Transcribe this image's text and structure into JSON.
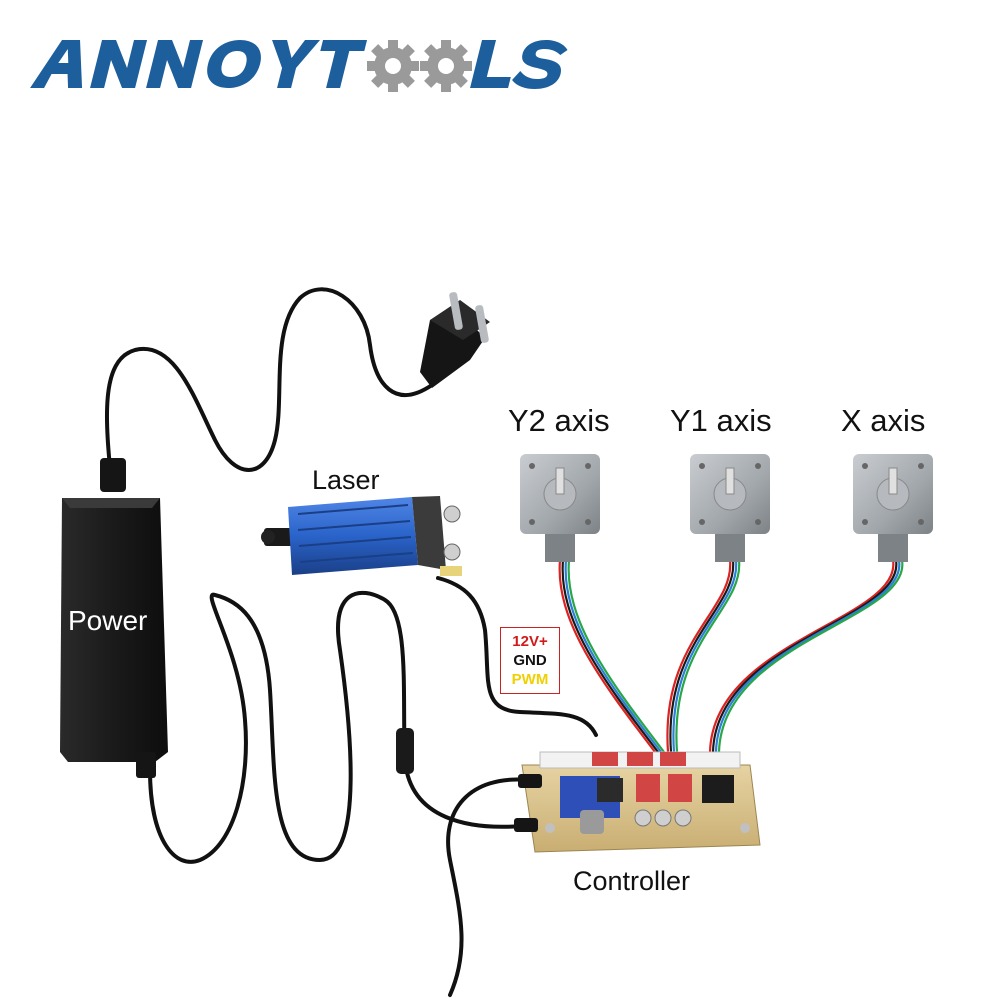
{
  "brand": {
    "logo_text": "ANNOYTOOLS",
    "logo_color": "#1c5f9c",
    "gear_color": "#9a9a9a"
  },
  "labels": {
    "power": "Power",
    "laser": "Laser",
    "y2_axis": "Y2 axis",
    "y1_axis": "Y1 axis",
    "x_axis": "X axis",
    "controller": "Controller"
  },
  "laser_wires": {
    "line1": "12V+",
    "line2": "GND",
    "line3": "PWM",
    "color1": "#d11a1a",
    "color2": "#111111",
    "color3": "#f0d000"
  },
  "colors": {
    "cable": "#111111",
    "power_body": "#1b1b1b",
    "laser_body": "#2a63c9",
    "motor_body": "#9ea3a8",
    "board": "#d8c28e"
  }
}
